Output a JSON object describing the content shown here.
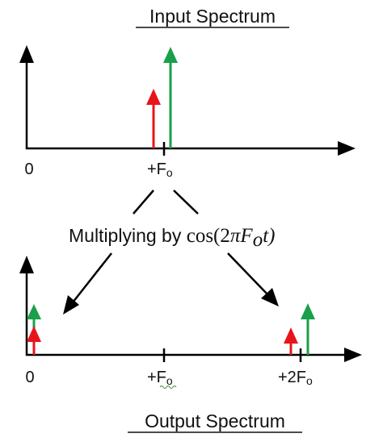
{
  "titles": {
    "input": "Input Spectrum",
    "output": "Output Spectrum"
  },
  "labels": {
    "input_zero": "0",
    "input_fo": "+F",
    "input_fo_sub": "o",
    "output_zero": "0",
    "output_fo": "+F",
    "output_fo_sub": "o",
    "output_2fo": "+2F",
    "output_2fo_sub": "o"
  },
  "caption": {
    "text": "Multiplying by ",
    "math_func": "cos(2",
    "math_pi": "π",
    "math_f": "F",
    "math_f_sub": "o",
    "math_t": "t)"
  },
  "colors": {
    "red_component": "#e8141b",
    "green_component": "#1aa04a",
    "axis": "#000000"
  },
  "icons": {
    "red_arrow": "upward-arrow-red",
    "green_arrow": "upward-arrow-green"
  }
}
